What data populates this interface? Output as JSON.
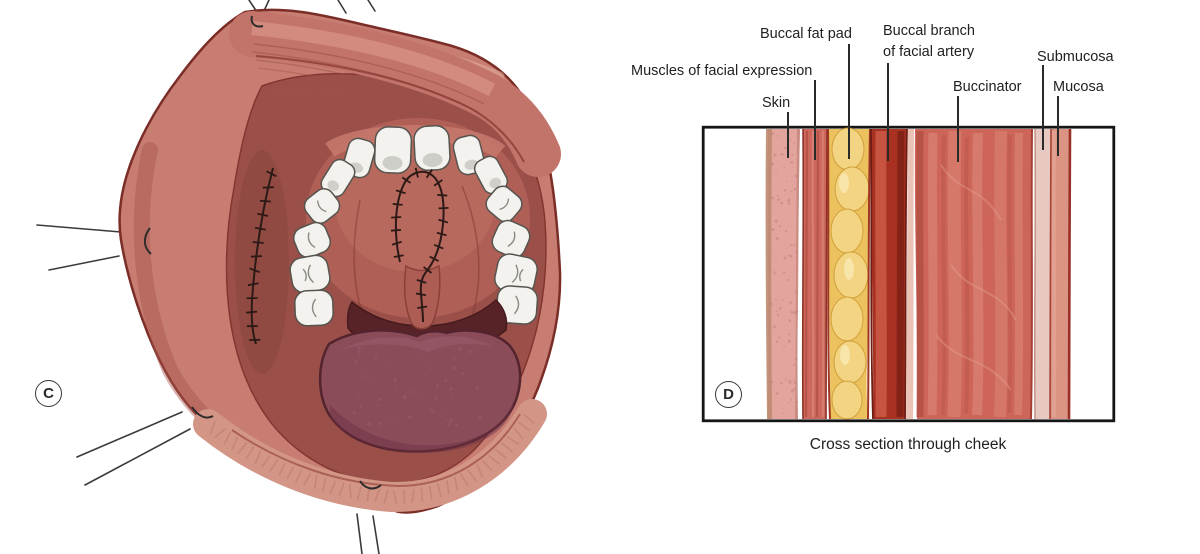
{
  "figure": {
    "panel_c": {
      "marker": "C"
    },
    "panel_d": {
      "marker": "D",
      "caption": "Cross section through cheek",
      "labels": {
        "muscles": "Muscles of facial expression",
        "skin": "Skin",
        "fat_pad": "Buccal fat pad",
        "artery": "Buccal branch of facial artery",
        "buccinator": "Buccinator",
        "submucosa": "Submucosa",
        "mucosa": "Mucosa"
      }
    }
  },
  "colors": {
    "text": "#232020",
    "leader_line": "#2a2a28",
    "panel_border": "#161616",
    "skin": "#e2a49c",
    "muscle": "#cd685c",
    "fat": "#ecc25f",
    "artery": "#a93122",
    "buccinator": "#cd6659",
    "submucosa": "#e7c9c2",
    "mucosa": "#db9484",
    "lip": "#c77d72",
    "oral_cavity": "#9a5049",
    "palate": "#b06057",
    "tongue": "#8b4c5a",
    "teeth": "#f3f2ee",
    "suture": "#2d1916"
  }
}
